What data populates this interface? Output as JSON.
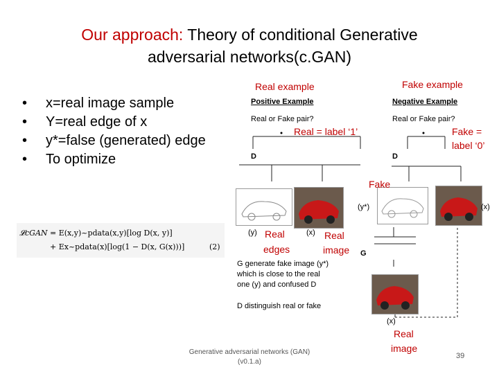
{
  "title": {
    "prefix": "Our approach:",
    "line1_rest": " Theory of conditional Generative",
    "line2": "adversarial networks(c.GAN)"
  },
  "bullets": [
    "x=real image sample",
    "Y=real edge of x",
    "y*=false (generated) edge",
    "To optimize"
  ],
  "formula": {
    "lhs": "𝓛cGAN",
    "term1": "= E(x,y)~pdata(x,y)[log D(x, y)]",
    "term2": "+ Ex~pdata(x)[log(1 − D(x, G(x)))]",
    "eq_num": "(2)"
  },
  "diagram": {
    "real_example": "Real example",
    "fake_example": "Fake example",
    "positive_example": "Positive Example",
    "negative_example": "Negative Example",
    "pair_q_left": "Real or Fake pair?",
    "pair_q_right": "Real or Fake pair?",
    "real_label": "Real = label ‘1’",
    "fake_label_1": "Fake =",
    "fake_label_2": "label ‘0’",
    "d_left": "D",
    "d_right": "D",
    "fake": "Fake",
    "y_star": "(y*)",
    "x_right": "(x)",
    "y_left": "(y)",
    "x_left": "(x)",
    "real_edges_1": "Real",
    "real_edges_2": "edges",
    "real_image_1": "Real",
    "real_image_2": "image",
    "g_label": "G",
    "g_desc": [
      "G generate fake image (y*)",
      "which is close to the real",
      "one (y) and confused D"
    ],
    "d_desc": "D distinguish real or fake",
    "x_bottom": "(x)",
    "real_bottom_1": "Real",
    "real_bottom_2": "image"
  },
  "footer": {
    "line1": "Generative adversarial networks (GAN)",
    "line2": "(v0.1.a)"
  },
  "page_number": "39",
  "colors": {
    "accent": "#c00000"
  }
}
